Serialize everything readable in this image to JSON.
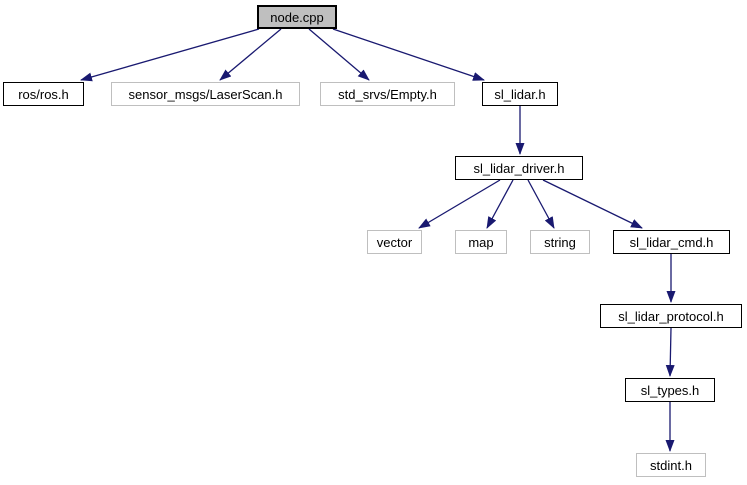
{
  "diagram": {
    "type": "include-dependency-graph",
    "colors": {
      "background": "#ffffff",
      "edge": "#191970",
      "text": "#000000",
      "node_fill": "#ffffff",
      "root_fill": "#bfbfbf",
      "root_border": "#000000",
      "linked_border": "#000000",
      "plain_border": "#bfbfbf"
    },
    "nodes": [
      {
        "label": "node.cpp",
        "kind": "root"
      },
      {
        "label": "ros/ros.h",
        "kind": "linked"
      },
      {
        "label": "sensor_msgs/LaserScan.h",
        "kind": "plain"
      },
      {
        "label": "std_srvs/Empty.h",
        "kind": "plain"
      },
      {
        "label": "sl_lidar.h",
        "kind": "linked"
      },
      {
        "label": "sl_lidar_driver.h",
        "kind": "linked"
      },
      {
        "label": "vector",
        "kind": "plain"
      },
      {
        "label": "map",
        "kind": "plain"
      },
      {
        "label": "string",
        "kind": "plain"
      },
      {
        "label": "sl_lidar_cmd.h",
        "kind": "linked"
      },
      {
        "label": "sl_lidar_protocol.h",
        "kind": "linked"
      },
      {
        "label": "sl_types.h",
        "kind": "linked"
      },
      {
        "label": "stdint.h",
        "kind": "plain"
      }
    ],
    "edges": [
      {
        "from": "node.cpp",
        "to": "ros/ros.h"
      },
      {
        "from": "node.cpp",
        "to": "sensor_msgs/LaserScan.h"
      },
      {
        "from": "node.cpp",
        "to": "std_srvs/Empty.h"
      },
      {
        "from": "node.cpp",
        "to": "sl_lidar.h"
      },
      {
        "from": "sl_lidar.h",
        "to": "sl_lidar_driver.h"
      },
      {
        "from": "sl_lidar_driver.h",
        "to": "vector"
      },
      {
        "from": "sl_lidar_driver.h",
        "to": "map"
      },
      {
        "from": "sl_lidar_driver.h",
        "to": "string"
      },
      {
        "from": "sl_lidar_driver.h",
        "to": "sl_lidar_cmd.h"
      },
      {
        "from": "sl_lidar_cmd.h",
        "to": "sl_lidar_protocol.h"
      },
      {
        "from": "sl_lidar_protocol.h",
        "to": "sl_types.h"
      },
      {
        "from": "sl_types.h",
        "to": "stdint.h"
      }
    ]
  }
}
